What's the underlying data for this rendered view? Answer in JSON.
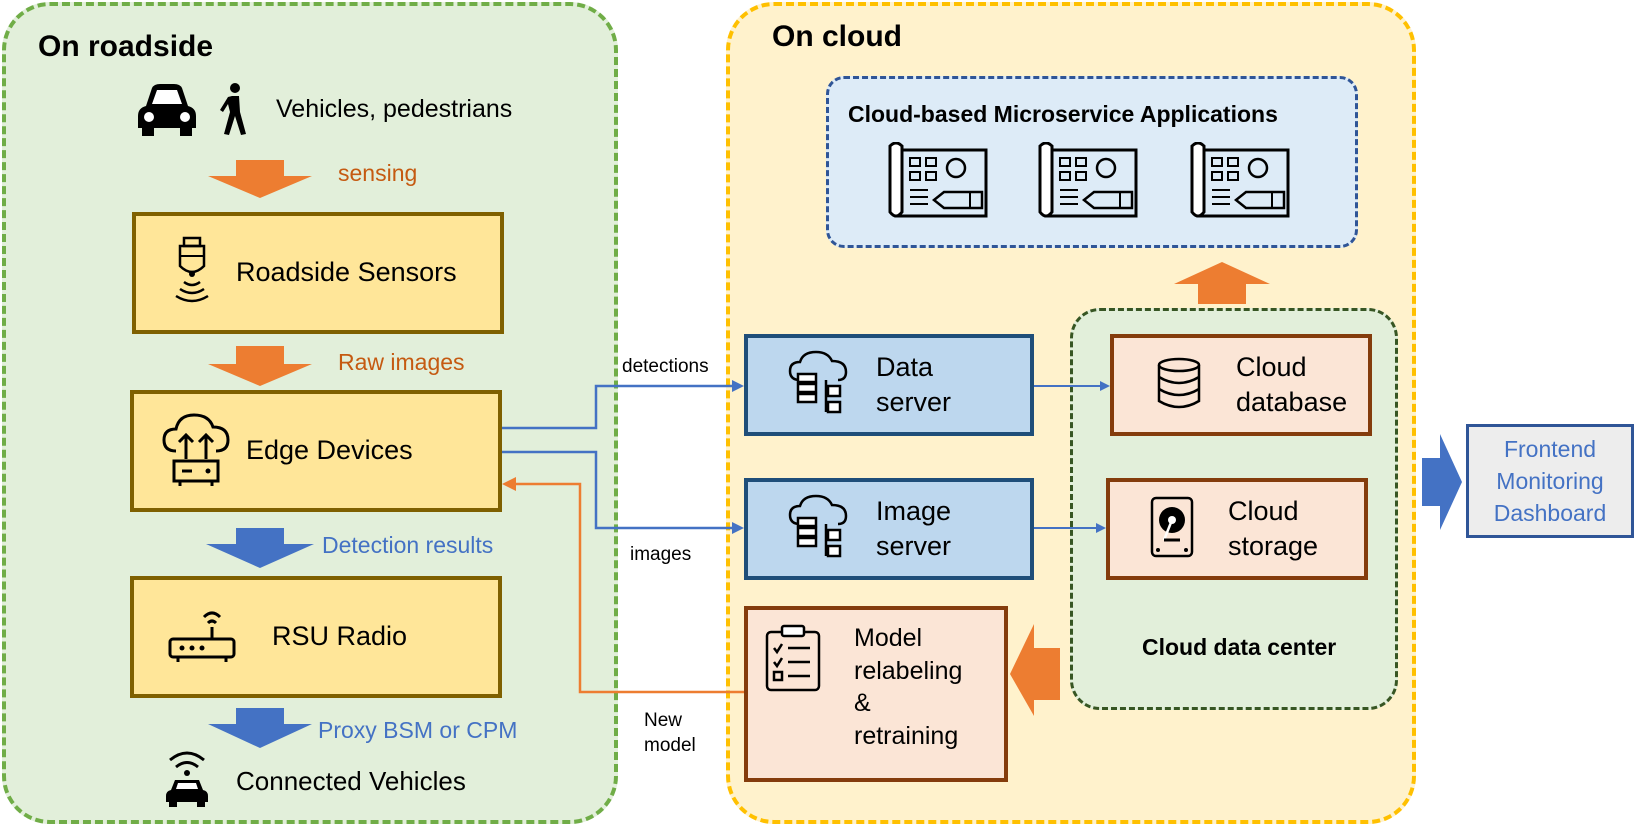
{
  "roadside": {
    "title": "On roadside",
    "objects_label": "Vehicles, pedestrians",
    "sensing_label": "sensing",
    "sensors_label": "Roadside Sensors",
    "raw_images_label": "Raw images",
    "edge_label": "Edge Devices",
    "detection_results_label": "Detection results",
    "rsu_label": "RSU Radio",
    "proxy_label": "Proxy BSM or CPM",
    "connected_label": "Connected Vehicles"
  },
  "links": {
    "detections": "detections",
    "images": "images",
    "new_model_line1": "New",
    "new_model_line2": "model"
  },
  "cloud": {
    "title": "On cloud",
    "microservice_title": "Cloud-based Microservice Applications",
    "data_server_line1": "Data",
    "data_server_line2": "server",
    "image_server_line1": "Image",
    "image_server_line2": "server",
    "db_line1": "Cloud",
    "db_line2": "database",
    "storage_line1": "Cloud",
    "storage_line2": "storage",
    "datacenter_label": "Cloud data center",
    "model_line1": "Model",
    "model_line2": "relabeling",
    "model_line3": "&",
    "model_line4": "retraining"
  },
  "frontend": {
    "line1": "Frontend",
    "line2": "Monitoring",
    "line3": "Dashboard"
  },
  "colors": {
    "roadside_bg": "#e2efda",
    "roadside_border": "#70ad47",
    "cloud_bg": "#fff2cc",
    "cloud_border": "#ffc000",
    "orange_arrow": "#ed7d31",
    "blue_arrow": "#4472c4"
  }
}
